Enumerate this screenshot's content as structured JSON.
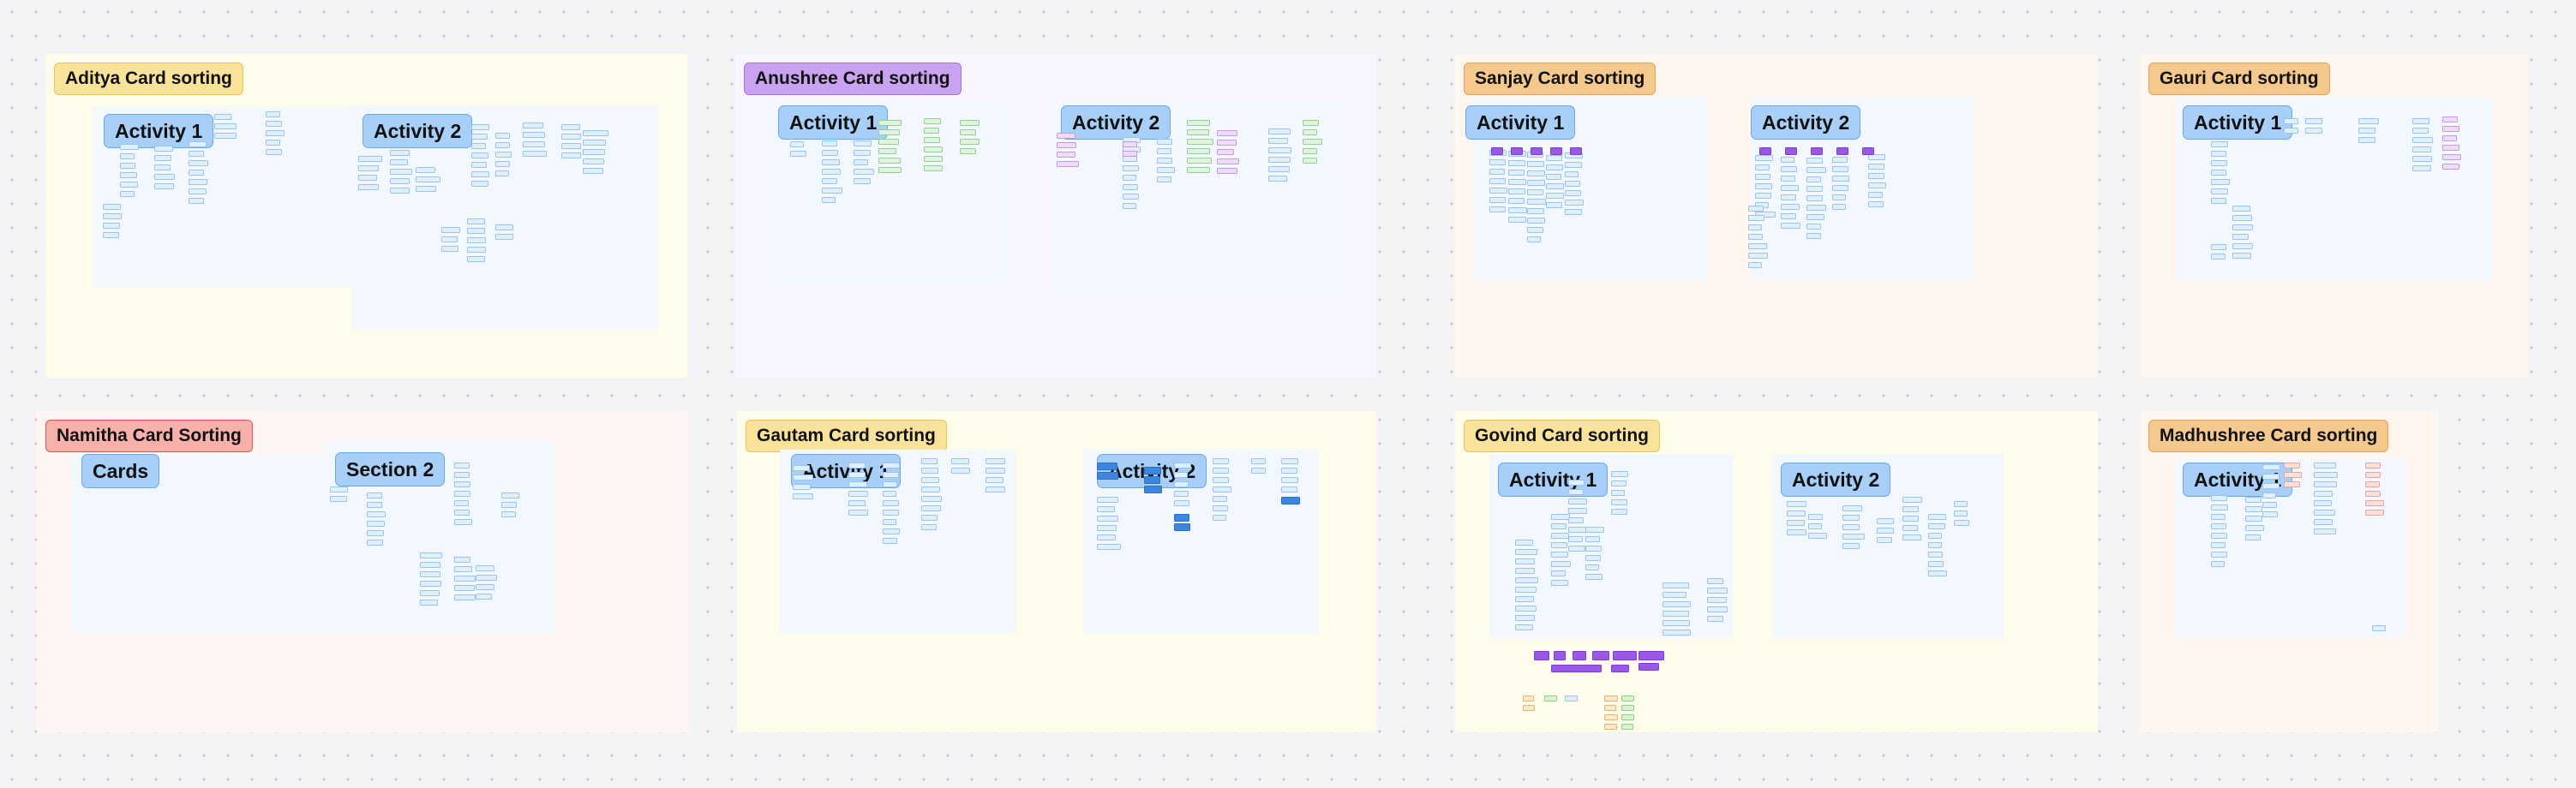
{
  "board": {
    "sections": [
      {
        "label": "Aditya Card sorting",
        "frames": [
          {
            "label": "Activity 1"
          },
          {
            "label": "Activity 2"
          }
        ]
      },
      {
        "label": "Anushree Card sorting",
        "frames": [
          {
            "label": "Activity 1"
          },
          {
            "label": "Activity 2"
          }
        ]
      },
      {
        "label": "Sanjay Card sorting",
        "frames": [
          {
            "label": "Activity 1"
          },
          {
            "label": "Activity 2"
          }
        ]
      },
      {
        "label": "Gauri Card sorting",
        "frames": [
          {
            "label": "Activity 1"
          }
        ]
      },
      {
        "label": "Namitha Card Sorting",
        "frames": [
          {
            "label": "Cards"
          },
          {
            "label": "Section 2"
          }
        ]
      },
      {
        "label": "Gautam Card sorting",
        "frames": [
          {
            "label": "Activity 1"
          },
          {
            "label": "Activity 2"
          }
        ]
      },
      {
        "label": "Govind Card sorting",
        "frames": [
          {
            "label": "Activity 1"
          },
          {
            "label": "Activity 2"
          }
        ]
      },
      {
        "label": "Madhushree Card sorting",
        "frames": [
          {
            "label": "Activity 1"
          }
        ]
      }
    ]
  },
  "colors": {
    "canvas": "#f4f4f6",
    "sticky_blue": "#a7cff7",
    "label_yellow": "#f9e39b",
    "label_purple": "#c9a3f2",
    "label_orange": "#f5c98e",
    "label_red": "#f7b0aa"
  }
}
